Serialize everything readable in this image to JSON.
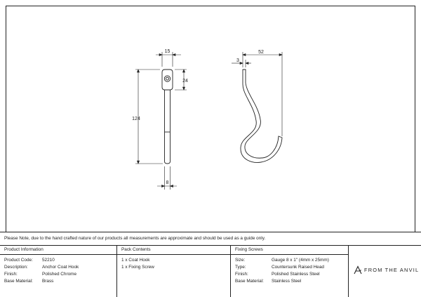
{
  "dimensions": {
    "front_width": "15",
    "front_head": "24",
    "front_length": "124",
    "front_shank": "8",
    "side_tip": "3",
    "side_width": "52"
  },
  "note": "Please Note, due to the hand crafted nature of our products all measurements are approximate and should be used as a guide only.",
  "product_information": {
    "heading": "Product Information",
    "rows": [
      {
        "label": "Product Code:",
        "value": "52210"
      },
      {
        "label": "Description:",
        "value": "Anchor Coat Hook"
      },
      {
        "label": "Finish:",
        "value": "Polished Chrome"
      },
      {
        "label": "Base Material:",
        "value": "Brass"
      }
    ]
  },
  "pack_contents": {
    "heading": "Pack Contents",
    "items": [
      "1 x Coat Hook",
      "1 x Fixing Screw"
    ]
  },
  "fixing_screws": {
    "heading": "Fixing Screws",
    "rows": [
      {
        "label": "Size:",
        "value": "Gauge 8 x 1\" (4mm x 25mm)"
      },
      {
        "label": "Type:",
        "value": "Countersunk Raised Head"
      },
      {
        "label": "Finish:",
        "value": "Polished Stainless Steel"
      },
      {
        "label": "Base Material:",
        "value": "Stainless Steel"
      }
    ]
  },
  "brand": {
    "name": "FROM THE ANVIL"
  },
  "colors": {
    "line": "#222222",
    "background": "#ffffff"
  }
}
